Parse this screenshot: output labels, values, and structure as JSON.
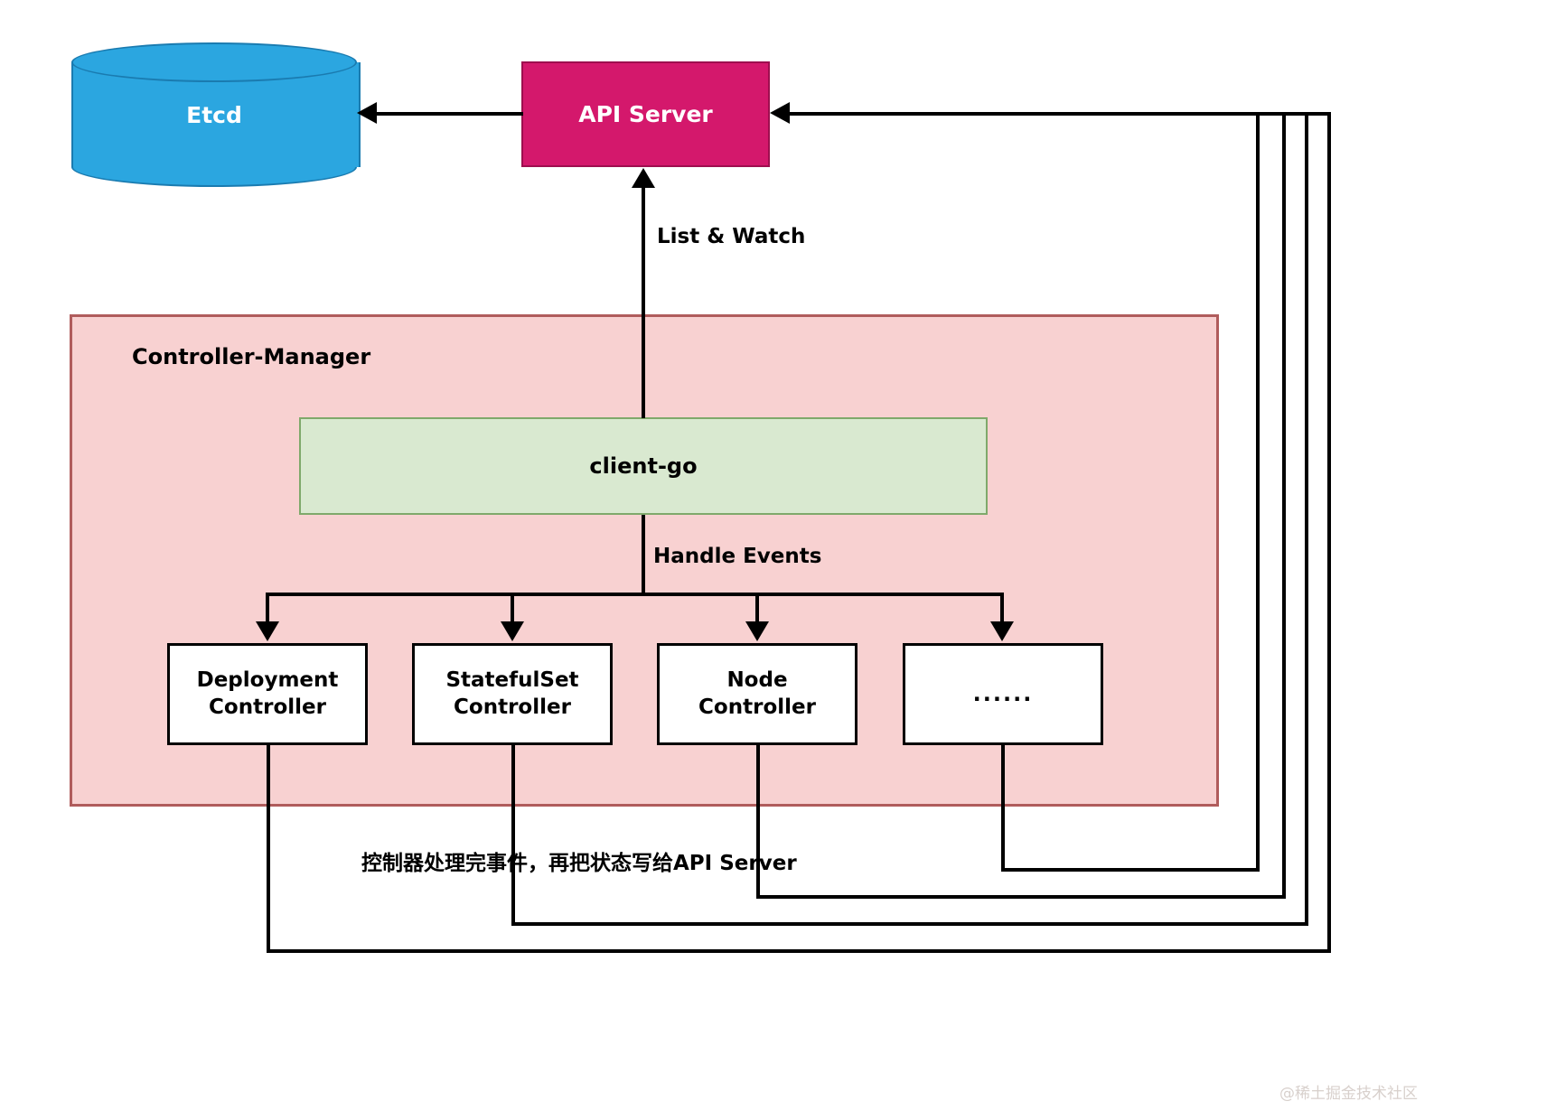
{
  "diagram": {
    "title": "Kubernetes Controller-Manager Flow",
    "etcd": {
      "label": "Etcd",
      "fill": "#2BA6E0",
      "stroke": "#1A7BB0"
    },
    "api_server": {
      "label": "API Server",
      "fill": "#D4186C",
      "stroke": "#9E0E4F"
    },
    "controller_manager": {
      "label": "Controller-Manager",
      "fill": "#F8D1D1",
      "stroke": "#B05C5C"
    },
    "client_go": {
      "label": "client-go",
      "fill": "#D9E9D0",
      "stroke": "#7FA96B"
    },
    "controllers": [
      {
        "label": "Deployment\nController",
        "line1": "Deployment",
        "line2": "Controller"
      },
      {
        "label": "StatefulSet\nController",
        "line1": "StatefulSet",
        "line2": "Controller"
      },
      {
        "label": "Node\nController",
        "line1": "Node",
        "line2": "Controller"
      },
      {
        "label": "......",
        "line1": "......",
        "line2": ""
      }
    ],
    "edges": {
      "list_and_watch": "List & Watch",
      "handle_events": "Handle Events",
      "write_back": "控制器处理完事件，再把状态写给API Server"
    },
    "watermark": "@稀土掘金技术社区"
  }
}
